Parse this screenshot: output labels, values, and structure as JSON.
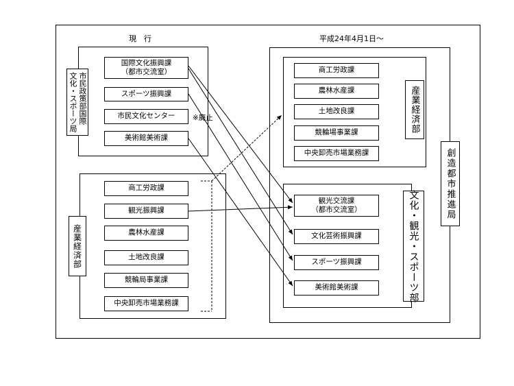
{
  "headers": {
    "current": "現　行",
    "future": "平成24年4月1日～"
  },
  "current": {
    "civic_dept": {
      "label": "市民政策部国際\n文化・スポーツ局",
      "sections": [
        "国際文化振興課\n（都市交流室）",
        "スポーツ振興課",
        "市民文化センター",
        "美術館美術課"
      ],
      "abolished_note": "※廃止"
    },
    "industry_dept": {
      "label": "産業経済部",
      "sections": [
        "商工労政課",
        "観光振興課",
        "農林水産課",
        "土地改良課",
        "競輪局事業課",
        "中央卸売市場業務課"
      ]
    }
  },
  "future": {
    "bureau": "創造都市推進局",
    "industry_dept": {
      "label": "産業経済部",
      "sections": [
        "商工労政課",
        "農林水産課",
        "土地改良課",
        "競輪場事業課",
        "中央卸売市場業務課"
      ]
    },
    "culture_dept": {
      "label": "文化・観光・スポーツ部",
      "sections": [
        "観光交流課\n（都市交流室）",
        "文化芸術振興課",
        "スポーツ振興課",
        "美術館美術課"
      ]
    }
  }
}
